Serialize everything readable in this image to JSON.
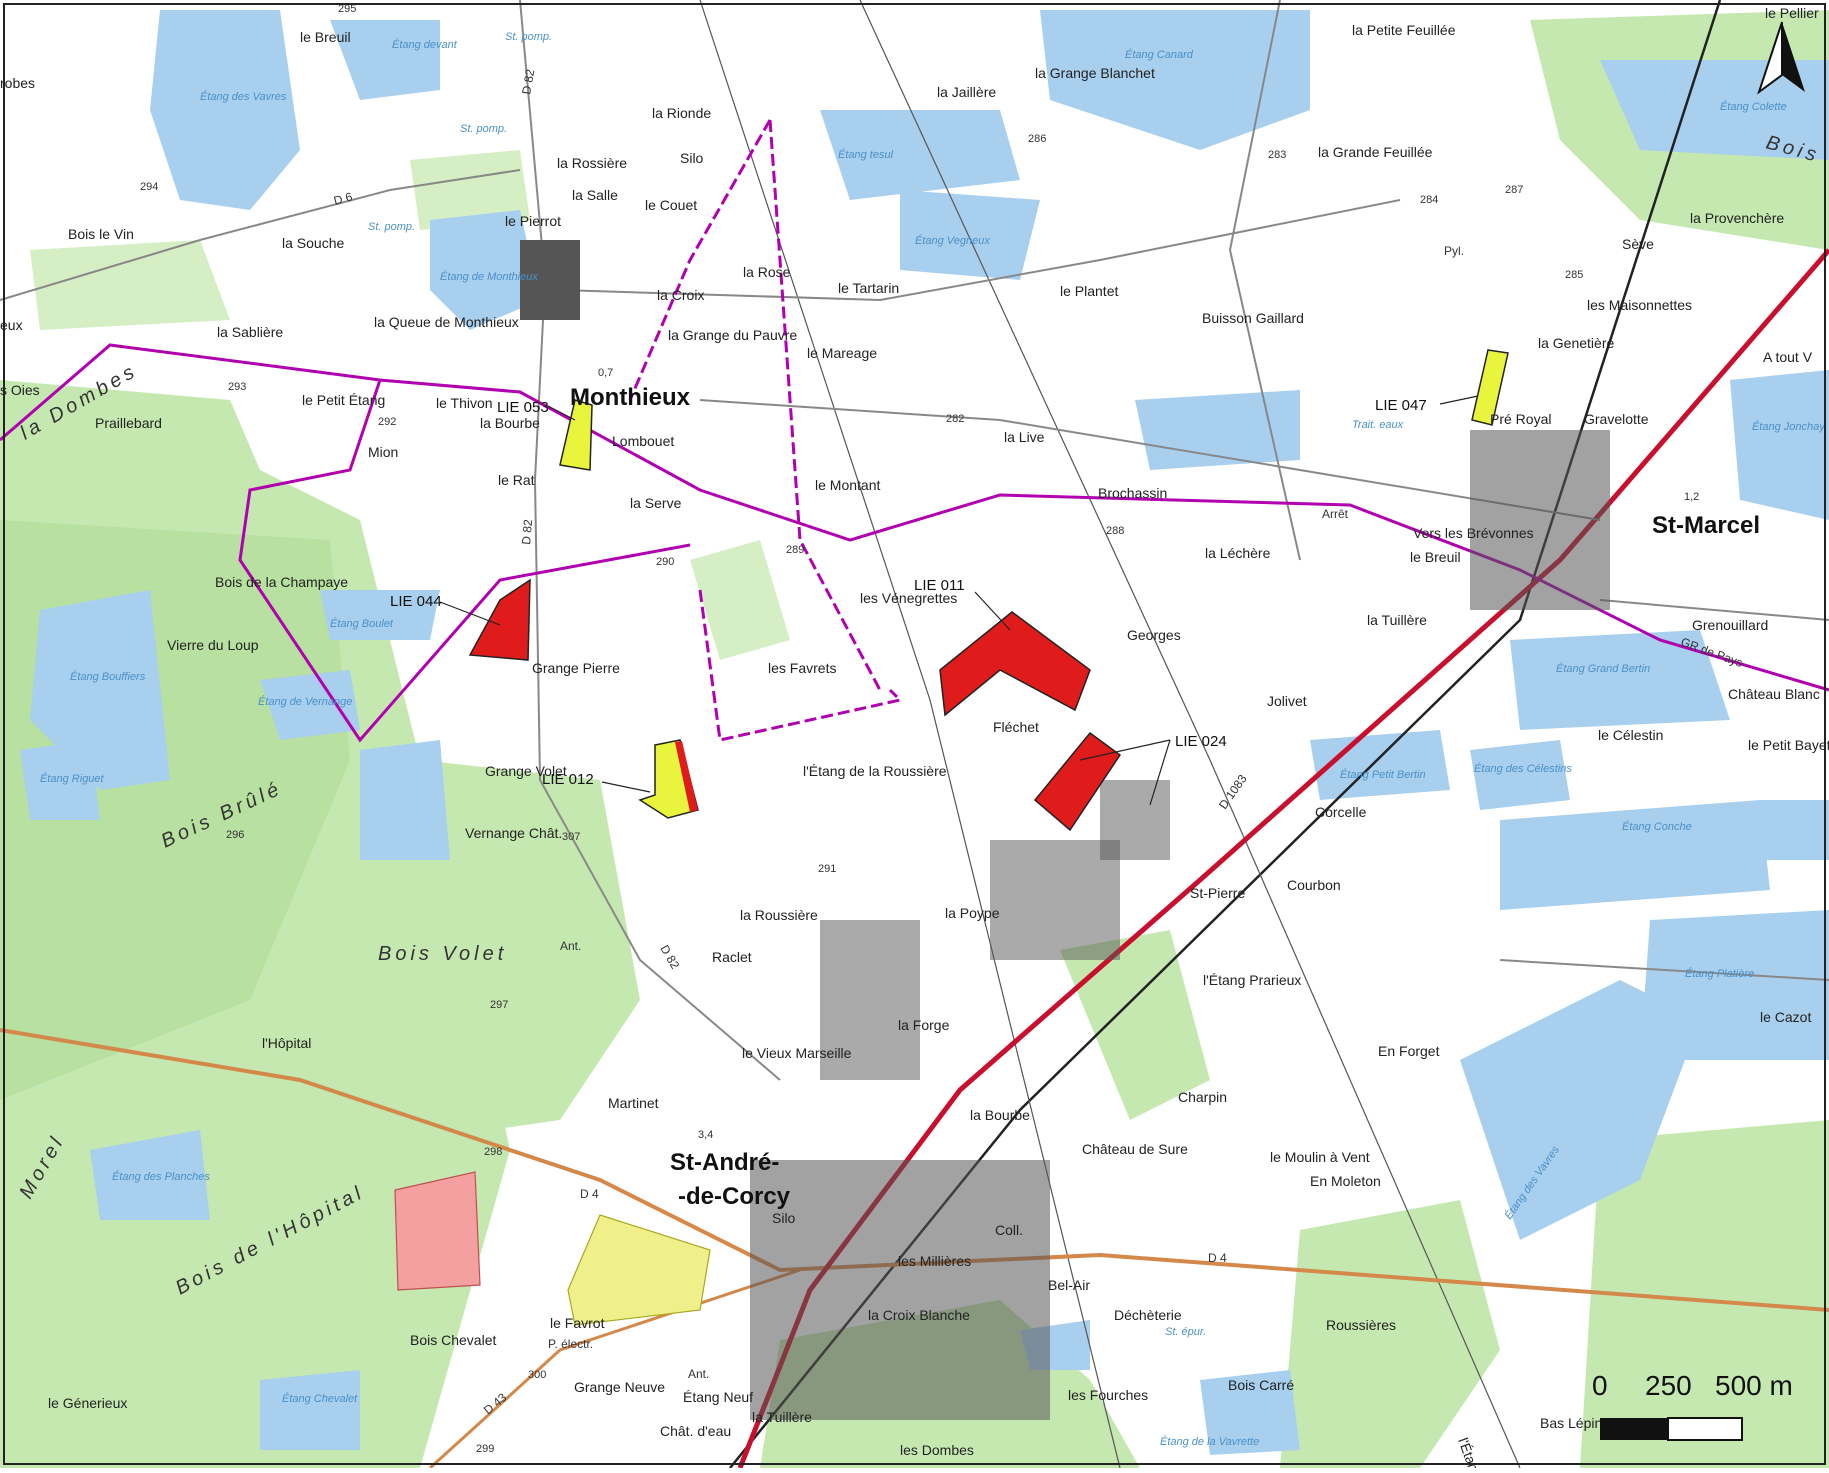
{
  "places": [
    {
      "id": "le-breuil-n",
      "text": "le Breuil"
    },
    {
      "id": "la-rionde",
      "text": "la Rionde"
    },
    {
      "id": "la-grange-blanchet",
      "text": "la Grange Blanchet"
    },
    {
      "id": "la-jaillere",
      "text": "la Jaillère"
    },
    {
      "id": "la-petite-feuillee",
      "text": "la Petite Feuillée"
    },
    {
      "id": "le-pellier",
      "text": "le Pellier"
    },
    {
      "id": "la-rossiere",
      "text": "la Rossière"
    },
    {
      "id": "la-salle",
      "text": "la Salle"
    },
    {
      "id": "le-couet",
      "text": "le Couet"
    },
    {
      "id": "la-grande-feuillee",
      "text": "la Grande Feuillée"
    },
    {
      "id": "la-provenchere",
      "text": "la Provenchère"
    },
    {
      "id": "bois-le-vin",
      "text": "Bois le Vin"
    },
    {
      "id": "la-souche",
      "text": "la Souche"
    },
    {
      "id": "le-pierrot",
      "text": "le Pierrot"
    },
    {
      "id": "seve",
      "text": "Sève"
    },
    {
      "id": "la-croix",
      "text": "la Croix"
    },
    {
      "id": "la-rose",
      "text": "la Rose"
    },
    {
      "id": "le-tartarin",
      "text": "le Tartarin"
    },
    {
      "id": "le-plantet",
      "text": "le Plantet"
    },
    {
      "id": "buisson-gaillard",
      "text": "Buisson Gaillard"
    },
    {
      "id": "les-maisonnettes",
      "text": "les Maisonnettes"
    },
    {
      "id": "la-sabliere",
      "text": "la Sablière"
    },
    {
      "id": "la-queue-de-monthieux",
      "text": "la Queue de Monthieux"
    },
    {
      "id": "la-grange-du-pauvre",
      "text": "la Grange du Pauvre"
    },
    {
      "id": "le-mareage",
      "text": "le Mareage"
    },
    {
      "id": "la-genetiere",
      "text": "la Genetière"
    },
    {
      "id": "a-tout-vent",
      "text": "A tout V"
    },
    {
      "id": "praillebard",
      "text": "Praillebard"
    },
    {
      "id": "le-petit-etang",
      "text": "le Petit Étang"
    },
    {
      "id": "le-thivon",
      "text": "le Thivon"
    },
    {
      "id": "la-bourbe-n",
      "text": "la Bourbe"
    },
    {
      "id": "mion",
      "text": "Mion"
    },
    {
      "id": "lombouet",
      "text": "Lombouet"
    },
    {
      "id": "la-live",
      "text": "la Live"
    },
    {
      "id": "pre-royal",
      "text": "Pré Royal"
    },
    {
      "id": "gravelotte",
      "text": "Gravelotte"
    },
    {
      "id": "le-rat",
      "text": "le Rat"
    },
    {
      "id": "la-serve",
      "text": "la Serve"
    },
    {
      "id": "le-montant",
      "text": "le Montant"
    },
    {
      "id": "brochassin",
      "text": "Brochassin"
    },
    {
      "id": "vers-les-brevonnes",
      "text": "Vers les Brévonnes"
    },
    {
      "id": "le-breuil-e",
      "text": "le Breuil"
    },
    {
      "id": "la-lechere",
      "text": "la Léchère"
    },
    {
      "id": "bois-de-la-champaye",
      "text": "Bois de la Champaye"
    },
    {
      "id": "les-venegrettes",
      "text": "les Vénegrettes"
    },
    {
      "id": "georges",
      "text": "Georges"
    },
    {
      "id": "la-tuillere-e",
      "text": "la Tuillère"
    },
    {
      "id": "grenouillard",
      "text": "Grenouillard"
    },
    {
      "id": "vierre-du-loup",
      "text": "Vierre du Loup"
    },
    {
      "id": "grange-pierre",
      "text": "Grange Pierre"
    },
    {
      "id": "les-favrets",
      "text": "les Favrets"
    },
    {
      "id": "jolivet",
      "text": "Jolivet"
    },
    {
      "id": "chateau-blanc",
      "text": "Château Blanc"
    },
    {
      "id": "flechet",
      "text": "Fléchet"
    },
    {
      "id": "le-celestin",
      "text": "le Célestin"
    },
    {
      "id": "le-petit-bayet",
      "text": "le Petit Bayet"
    },
    {
      "id": "grange-volet",
      "text": "Grange Volet"
    },
    {
      "id": "letang-de-la-roussiere",
      "text": "l'Étang de la Roussière"
    },
    {
      "id": "corcelle",
      "text": "Corcelle"
    },
    {
      "id": "vernange-chat",
      "text": "Vernange Chât."
    },
    {
      "id": "courbon",
      "text": "Courbon"
    },
    {
      "id": "la-roussiere-s",
      "text": "la Roussière"
    },
    {
      "id": "la-poype",
      "text": "la Poype"
    },
    {
      "id": "st-pierre",
      "text": "St-Pierre"
    },
    {
      "id": "raclet",
      "text": "Raclet"
    },
    {
      "id": "letang-prarieux",
      "text": "l'Étang Prarieux"
    },
    {
      "id": "la-forge",
      "text": "la Forge"
    },
    {
      "id": "lhopital",
      "text": "l'Hôpital"
    },
    {
      "id": "le-vieux-marseille",
      "text": "le Vieux Marseille"
    },
    {
      "id": "en-forget",
      "text": "En Forget"
    },
    {
      "id": "le-cazot",
      "text": "le Cazot"
    },
    {
      "id": "martinet",
      "text": "Martinet"
    },
    {
      "id": "charpin",
      "text": "Charpin"
    },
    {
      "id": "la-bourbe-s",
      "text": "la Bourbe"
    },
    {
      "id": "chateau-de-sure",
      "text": "Château de Sure"
    },
    {
      "id": "le-moulin-a-vent",
      "text": "le Moulin à Vent"
    },
    {
      "id": "en-moleton",
      "text": "En Moleton"
    },
    {
      "id": "les-millieres",
      "text": "les Millières"
    },
    {
      "id": "bel-air",
      "text": "Bel-Air"
    },
    {
      "id": "dechetterie",
      "text": "Déchèterie"
    },
    {
      "id": "roussieres",
      "text": "Roussières"
    },
    {
      "id": "le-favrot",
      "text": "le Favrot"
    },
    {
      "id": "la-croix-blanche",
      "text": "la Croix Blanche"
    },
    {
      "id": "bois-chevalet",
      "text": "Bois Chevalet"
    },
    {
      "id": "le-generieux",
      "text": "le Génerieux"
    },
    {
      "id": "grange-neuve",
      "text": "Grange Neuve"
    },
    {
      "id": "etang-neuf",
      "text": "Étang Neuf"
    },
    {
      "id": "la-tuillere-s",
      "text": "la Tuillère"
    },
    {
      "id": "les-fourches",
      "text": "les Fourches"
    },
    {
      "id": "les-dombes",
      "text": "les Dombes"
    },
    {
      "id": "bois-carre",
      "text": "Bois Carré"
    },
    {
      "id": "letang-neuf-r",
      "text": "l'Étang Neuf"
    },
    {
      "id": "bas-lepine",
      "text": "Bas Lépine"
    },
    {
      "id": "st-ouies",
      "text": "s Oies"
    },
    {
      "id": "robes",
      "text": "robes"
    },
    {
      "id": "eux",
      "text": "eux"
    },
    {
      "id": "chat-deau",
      "text": "Chât. d'eau"
    },
    {
      "id": "coll",
      "text": "Coll."
    },
    {
      "id": "silo-n",
      "text": "Silo"
    },
    {
      "id": "silo-s",
      "text": "Silo"
    }
  ],
  "towns": [
    {
      "id": "monthieux",
      "text": "Monthieux"
    },
    {
      "id": "st-marcel",
      "text": "St-Marcel"
    },
    {
      "id": "st-andre-1",
      "text": "St-André-"
    },
    {
      "id": "st-andre-2",
      "text": "-de-Corcy"
    }
  ],
  "woods": [
    {
      "id": "bois-brule",
      "text": "Bois Brûlé"
    },
    {
      "id": "bois-volet",
      "text": "Bois Volet"
    },
    {
      "id": "bois-de-lhopital",
      "text": "Bois de l'Hôpital"
    },
    {
      "id": "bois-morel",
      "text": "Morel"
    },
    {
      "id": "la-dombes",
      "text": "la Dombes"
    },
    {
      "id": "bois-col",
      "text": "Bois Co"
    }
  ],
  "waters": [
    {
      "id": "etang-devant",
      "text": "Étang devant"
    },
    {
      "id": "etang-des-vavres",
      "text": "Étang des Vavres"
    },
    {
      "id": "etang-de-monthieux",
      "text": "Étang de Monthieux"
    },
    {
      "id": "etang-canard",
      "text": "Étang Canard"
    },
    {
      "id": "etang-tesul",
      "text": "Étang tesul"
    },
    {
      "id": "etang-vegneux",
      "text": "Étang Vegneux"
    },
    {
      "id": "etang-colette",
      "text": "Étang Colette"
    },
    {
      "id": "etang-jonchay",
      "text": "Étang Jonchay"
    },
    {
      "id": "etang-boulet",
      "text": "Étang Boulet"
    },
    {
      "id": "etang-bouffiers",
      "text": "Étang Bouffiers"
    },
    {
      "id": "etang-de-vernange",
      "text": "Étang de Vernange"
    },
    {
      "id": "etang-riguet",
      "text": "Étang Riguet"
    },
    {
      "id": "etang-grand-bertin",
      "text": "Étang Grand Bertin"
    },
    {
      "id": "etang-petit-bertin",
      "text": "Étang Petit Bertin"
    },
    {
      "id": "etang-des-celestins",
      "text": "Étang des Célestins"
    },
    {
      "id": "etang-conche",
      "text": "Étang Conche"
    },
    {
      "id": "etang-platiere",
      "text": "Étang Platière"
    },
    {
      "id": "etang-des-vavres-s",
      "text": "Étang des Vavres"
    },
    {
      "id": "etang-des-planches",
      "text": "Étang des Planches"
    },
    {
      "id": "etang-chevalet",
      "text": "Étang Chevalet"
    },
    {
      "id": "etang-de-la-vavrette",
      "text": "Étang de la Vavrette"
    },
    {
      "id": "st-pomp-1",
      "text": "St. pomp."
    },
    {
      "id": "st-pomp-2",
      "text": "St. pomp."
    },
    {
      "id": "st-pomp-3",
      "text": "St. pomp."
    },
    {
      "id": "trait-eaux",
      "text": "Trait. eaux"
    },
    {
      "id": "st-epur",
      "text": "St. épur."
    }
  ],
  "roads": [
    {
      "id": "d82-n",
      "text": "D 82"
    },
    {
      "id": "d82-m",
      "text": "D 82"
    },
    {
      "id": "d82-s",
      "text": "D 82"
    },
    {
      "id": "d4-w",
      "text": "D 4"
    },
    {
      "id": "d4-e",
      "text": "D 4"
    },
    {
      "id": "d1083",
      "text": "D 1083"
    },
    {
      "id": "d6",
      "text": "D 6"
    },
    {
      "id": "d43",
      "text": "D 43"
    },
    {
      "id": "gr-pays",
      "text": "GR de Pays"
    },
    {
      "id": "pyl",
      "text": "Pyl."
    },
    {
      "id": "arret",
      "text": "Arrêt"
    },
    {
      "id": "p-electr",
      "text": "P. électr."
    },
    {
      "id": "ant-1",
      "text": "Ant."
    },
    {
      "id": "ant-2",
      "text": "Ant."
    }
  ],
  "altitudes": [
    "295",
    "294",
    "292",
    "290",
    "289",
    "288",
    "287",
    "286",
    "285",
    "284",
    "283",
    "282",
    "291",
    "293",
    "296",
    "297",
    "298",
    "299",
    "300",
    "307"
  ],
  "info_markers": [
    "0,7",
    "1,2",
    "3,4"
  ],
  "zones": [
    {
      "id": "lie-053",
      "label": "LIE 053",
      "fill": "#e8f53c"
    },
    {
      "id": "lie-047",
      "label": "LIE 047",
      "fill": "#e8f53c"
    },
    {
      "id": "lie-044",
      "label": "LIE 044",
      "fill": "#e01b1b"
    },
    {
      "id": "lie-011",
      "label": "LIE 011",
      "fill": "#e01b1b"
    },
    {
      "id": "lie-024",
      "label": "LIE 024",
      "fill": "#e01b1b"
    },
    {
      "id": "lie-012",
      "label": "LIE 012",
      "fill": "#e8f53c"
    }
  ],
  "legend_zones": {
    "pink_fill": "#f4a0a0",
    "yellow_fill": "#f0f08a"
  },
  "scale_bar": {
    "labels": [
      "0",
      "250",
      "500 m"
    ]
  },
  "north_arrow": {
    "symbol": "north-arrow-icon"
  },
  "colors": {
    "water": "#a8cfee",
    "forest": "#c5e8b0",
    "departmental_road": "#d4884a",
    "national_road": "#c8102e",
    "trail": "#b000b0",
    "rail": "#222222"
  }
}
